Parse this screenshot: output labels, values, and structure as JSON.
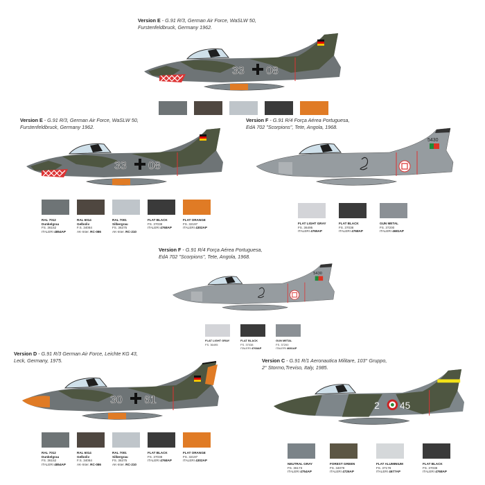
{
  "colors": {
    "dunkelgrau": "#6e7476",
    "gelbolive": "#4f4740",
    "silbergrau": "#bfc5ca",
    "flat_black": "#3a3a3a",
    "flat_orange": "#e07b25",
    "flat_light_gray": "#d3d4d8",
    "gun_metal": "#8b9095",
    "neutral_gray": "#7b8388",
    "forest_green": "#5c5644",
    "flat_aluminium": "#d5d8da",
    "camo_green": "#4e5641",
    "camo_gray": "#7e868a",
    "portugal_gray": "#969ca0"
  },
  "versions": [
    {
      "id": "top-e",
      "label": "Version E",
      "description": " - G.91 R/3, German Air Force, WaSLW 50,",
      "line2": "Furstenfeldbruck, Germany 1962.",
      "codes": [
        "33",
        "08"
      ],
      "swatches": [
        {
          "color": "#6e7476"
        },
        {
          "color": "#4f4740"
        },
        {
          "color": "#bfc5ca"
        },
        {
          "color": "#3a3a3a"
        },
        {
          "color": "#e07b25"
        }
      ]
    },
    {
      "id": "left-e",
      "label": "Version E",
      "description": " - G.91 R/3, German Air Force, WaSLW 50,",
      "line2": "Furstenfeldbruck, Germany 1962.",
      "codes": [
        "33",
        "08"
      ],
      "swatches": [
        {
          "name": "RAL 7012",
          "sub": "Dunkelgrau",
          "fs": "FS. 36152",
          "ref_prefix": "ITALERI ",
          "ref": "4854AP",
          "color": "#6e7476"
        },
        {
          "name": "RAL 6014",
          "sub": "Gelboliv",
          "fs": "F.S. 34084",
          "ref_prefix": "AK-Inter. ",
          "ref": "RC-086",
          "color": "#4f4740"
        },
        {
          "name": "RAL 7001",
          "sub": "Silbergrau",
          "fs": "FS. 36375",
          "ref_prefix": "AK-Inter. ",
          "ref": "RC-210",
          "color": "#bfc5ca"
        },
        {
          "name": "FLAT BLACK",
          "sub": "",
          "fs": "FS. 37038",
          "ref_prefix": "ITALERI ",
          "ref": "4768AP",
          "color": "#3a3a3a"
        },
        {
          "name": "FLAT ORANGE",
          "sub": "",
          "fs": "FS. 32197",
          "ref_prefix": "ITALERI ",
          "ref": "4302AP",
          "color": "#e07b25"
        }
      ]
    },
    {
      "id": "right-f",
      "label": "Version F",
      "description": " - G.91 R/4 Força Aérea Portuguesa,",
      "line2": "EdA 702 \"Scorpions\", Tete, Angola, 1968.",
      "codes": [
        "5430"
      ],
      "swatches": [
        {
          "name": "FLAT LIGHT GRAY",
          "sub": "",
          "fs": "FS. 36495",
          "ref_prefix": "ITALERI ",
          "ref": "4765AP",
          "color": "#d3d4d8"
        },
        {
          "name": "FLAT BLACK",
          "sub": "",
          "fs": "FS. 37038",
          "ref_prefix": "ITALERI ",
          "ref": "4768AP",
          "color": "#3a3a3a"
        },
        {
          "name": "GUN METAL",
          "sub": "",
          "fs": "FS. 37200",
          "ref_prefix": "ITALERI ",
          "ref": "4681AP",
          "color": "#8b9095"
        }
      ]
    },
    {
      "id": "mid-f",
      "label": "Version F",
      "description": " - G.91 R/4 Força Aérea Portuguesa,",
      "line2": "EdA 702 \"Scorpions\", Tete, Angola, 1968.",
      "codes": [
        "5430"
      ],
      "swatches": [
        {
          "name": "FLAT LIGHT GRAY",
          "sub": "",
          "fs": "FS. 36495",
          "ref_prefix": "",
          "ref": "",
          "color": "#d3d4d8"
        },
        {
          "name": "FLAT BLACK",
          "sub": "",
          "fs": "FS. 37038",
          "ref_prefix": "ITALERI ",
          "ref": "4768AP",
          "color": "#3a3a3a"
        },
        {
          "name": "GUN METAL",
          "sub": "",
          "fs": "FS. 37200",
          "ref_prefix": "ITALERI ",
          "ref": "4681AP",
          "color": "#8b9095"
        }
      ]
    },
    {
      "id": "left-d",
      "label": "Version D",
      "description": " - G.91 R/3 German Air Force, Leichte KG 43,",
      "line2": "Leck, Germany, 1975.",
      "codes": [
        "30",
        "61"
      ],
      "swatches": [
        {
          "name": "RAL 7012",
          "sub": "Dunkelgrau",
          "fs": "FS. 36152",
          "ref_prefix": "ITALERI ",
          "ref": "4854AP",
          "color": "#6e7476"
        },
        {
          "name": "RAL 6014",
          "sub": "Gelboliv",
          "fs": "F.S. 34084",
          "ref_prefix": "AK-Inter. ",
          "ref": "RC-086",
          "color": "#4f4740"
        },
        {
          "name": "RAL 7001",
          "sub": "Silbergrau",
          "fs": "FS. 36375",
          "ref_prefix": "AK-Inter. ",
          "ref": "RC-210",
          "color": "#bfc5ca"
        },
        {
          "name": "FLAT BLACK",
          "sub": "",
          "fs": "FS. 37038",
          "ref_prefix": "ITALERI ",
          "ref": "4768AP",
          "color": "#3a3a3a"
        },
        {
          "name": "FLAT ORANGE",
          "sub": "",
          "fs": "FS. 32197",
          "ref_prefix": "ITALERI ",
          "ref": "4302AP",
          "color": "#e07b25"
        }
      ]
    },
    {
      "id": "right-c",
      "label": "Version C",
      "description": " - G.91 R/1 Aeronautica Militare, 103° Gruppo,",
      "line2": "2° Stormo,Treviso, Italy, 1985.",
      "codes": [
        "2",
        "45"
      ],
      "swatches": [
        {
          "name": "NEUTRAL GRAY",
          "sub": "",
          "fs": "FS. 36173",
          "ref_prefix": "ITALERI ",
          "ref": "4754AP",
          "color": "#7b8388"
        },
        {
          "name": "FOREST GREEN",
          "sub": "",
          "fs": "FS. 34079",
          "ref_prefix": "ITALERI ",
          "ref": "4726AP",
          "color": "#5c5644"
        },
        {
          "name": "FLAT ALUMINIUM",
          "sub": "",
          "fs": "FS. 37178",
          "ref_prefix": "ITALERI ",
          "ref": "4677AP",
          "color": "#d5d8da"
        },
        {
          "name": "FLAT BLACK",
          "sub": "",
          "fs": "FS. 37038",
          "ref_prefix": "ITALERI ",
          "ref": "4768AP",
          "color": "#3a3a3a"
        }
      ]
    }
  ]
}
